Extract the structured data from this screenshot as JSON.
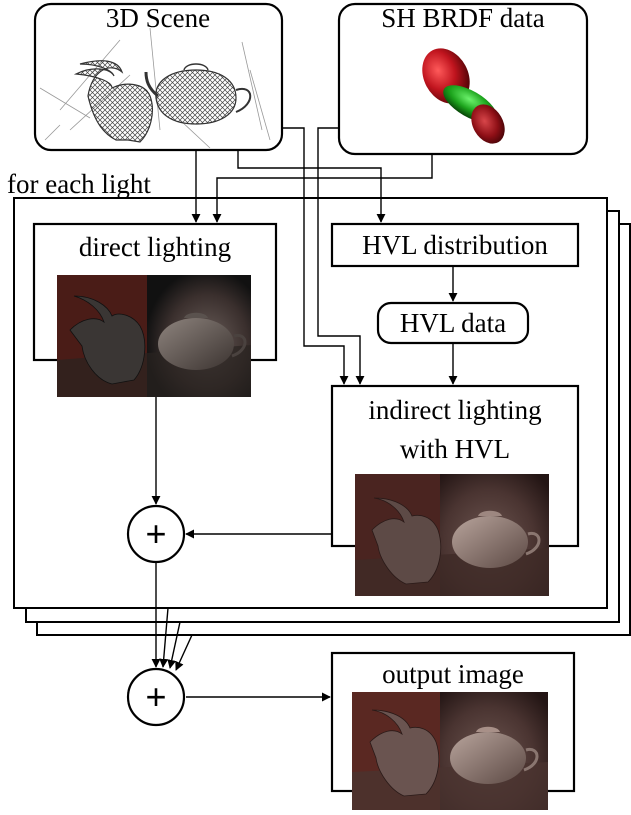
{
  "nodes": {
    "scene": {
      "label": "3D Scene"
    },
    "brdf": {
      "label": "SH BRDF data"
    },
    "loop": {
      "label": "for each light"
    },
    "direct": {
      "label": "direct lighting"
    },
    "hvl_distribution": {
      "label": "HVL distribution"
    },
    "hvl_data": {
      "label": "HVL data"
    },
    "indirect": {
      "label_line1": "indirect lighting",
      "label_line2": "with HVL"
    },
    "sum_inner": {
      "symbol": "+"
    },
    "sum_outer": {
      "symbol": "+"
    },
    "output": {
      "label": "output image"
    }
  },
  "colors": {
    "brdf_lobe_red": "#c0141e",
    "brdf_lobe_green": "#1ca31c",
    "render_wall_red": "#4a1c17",
    "render_floor": "#3b2a27"
  }
}
